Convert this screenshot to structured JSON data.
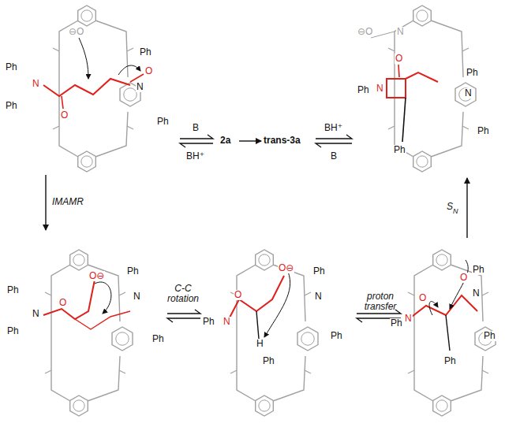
{
  "diagram": {
    "labels": [
      "⊖O",
      "Ph",
      "N",
      "Ph",
      "O",
      "O",
      "Ph",
      "N",
      "Ph",
      "B",
      "BH⁺",
      "2a",
      "trans-3a",
      "BH⁺",
      "B",
      "⊖O",
      "N",
      "O",
      "Ph",
      "N",
      "Ph",
      "Ph",
      "N",
      "Ph",
      "IMAMR",
      "Ph",
      "N",
      "Ph",
      "O⊖",
      "O",
      "Ph",
      "N",
      "Ph",
      "C-C rotation",
      "O⊖",
      "O",
      "Ph",
      "N",
      "H",
      "Ph",
      "Ph",
      "N",
      "Ph",
      "proton transfer",
      "O",
      "O",
      "Ph",
      "N",
      "Ph",
      "Ph",
      "N",
      "Ph",
      "S",
      "N"
    ]
  }
}
